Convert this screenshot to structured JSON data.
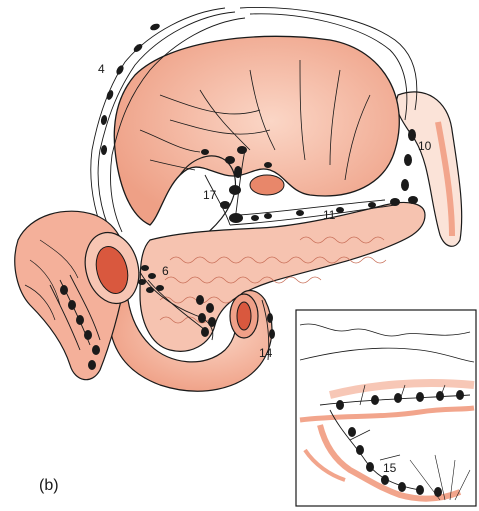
{
  "labels": {
    "station_4": "4",
    "station_10": "10",
    "station_17": "17",
    "station_11": "11",
    "station_6": "6",
    "station_14": "14",
    "station_15": "15",
    "panel": "(b)"
  },
  "colors": {
    "organ_fill": "#f5b49e",
    "organ_light": "#fbd6c6",
    "organ_dark": "#e47c62",
    "pancreas_fill": "#f6c3b0",
    "node": "#1a1a1a",
    "line": "#1a1a1a"
  }
}
